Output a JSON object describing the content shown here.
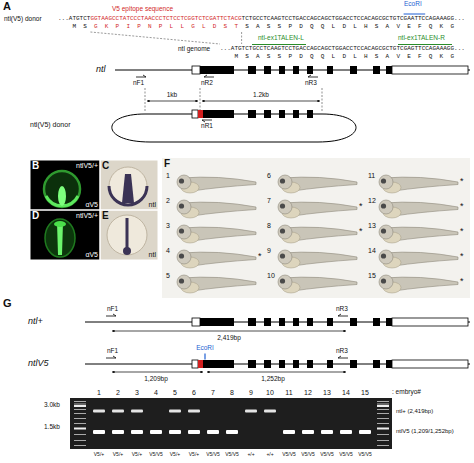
{
  "diagram": {
    "nodes": [
      {
        "text": [
          "B",
          "ntlV5/+",
          "αV5"
        ]
      },
      {
        "text": [
          "C",
          "ntl"
        ]
      },
      {
        "text": [
          "D",
          "ntlV5/+",
          "αV5"
        ]
      },
      {
        "text": [
          "E",
          "ntl"
        ]
      },
      {
        "text": [
          "F"
        ]
      }
    ],
    "labels": [
      "A",
      "V5 epitope sequence",
      "EcoRI",
      "ntl(V5) donor",
      "...ATGTCT",
      "GGTAAGCCTATCCCTAACCCTCTCCTCGGTCTCGATTCTACG",
      "TCTGCCTCAAGTCCTGACCAGCAGCTGGACCTCCACAGCGCTGTCGAATTCCAGAAAGG...",
      "M S",
      "G K P I P N P L L G L D S T",
      "S A S S P D Q Q L D L H S A V E F Q K G",
      "ntl-ex1TALEN-L",
      "ntl-ex1TALEN-R",
      "ntl genome",
      "...ATGTCTGCCTCAAGTCCTGACCAGCAGCTGGACCTCCACAGCGCTGTCGAGTTCCAGAAAGG...",
      "M S A S S P D Q Q L D L H S A V E F Q K G",
      "ntl",
      "nF1",
      "nR2",
      "nR3",
      "1kb",
      "1.2kb",
      "ntl(V5) donor",
      "nR1",
      "1",
      "2",
      "3",
      "4",
      "5",
      "6",
      "7",
      "8",
      "9",
      "10",
      "11",
      "12",
      "13",
      "14",
      "15",
      "*",
      "*",
      "*",
      "*",
      "*",
      "*",
      "*",
      "*",
      "G",
      "ntl+",
      "nF1",
      "nR3",
      "2,419bp",
      "ntlV5",
      "EcoRI",
      "nF1",
      "nR3",
      "1,209bp",
      "1,252bp",
      "3.0kb",
      "1.5kb",
      "1",
      "2",
      "3",
      "4",
      "5",
      "6",
      "7",
      "8",
      "9",
      "10",
      "11",
      "12",
      "13",
      "14",
      "15",
      ": embryo#",
      "ntl+ (2,419bp)",
      "ntlV5 (1,209/1,252bp)",
      "V5/+",
      "V5/+",
      "V5/+",
      "V5/V5",
      "V5/+",
      "V5/+",
      "V5/V5",
      "V5/V5",
      "+/+",
      "+/+",
      "V5/V5",
      "V5/V5",
      "V5/V5",
      "V5/V5",
      "V5/V5"
    ]
  }
}
